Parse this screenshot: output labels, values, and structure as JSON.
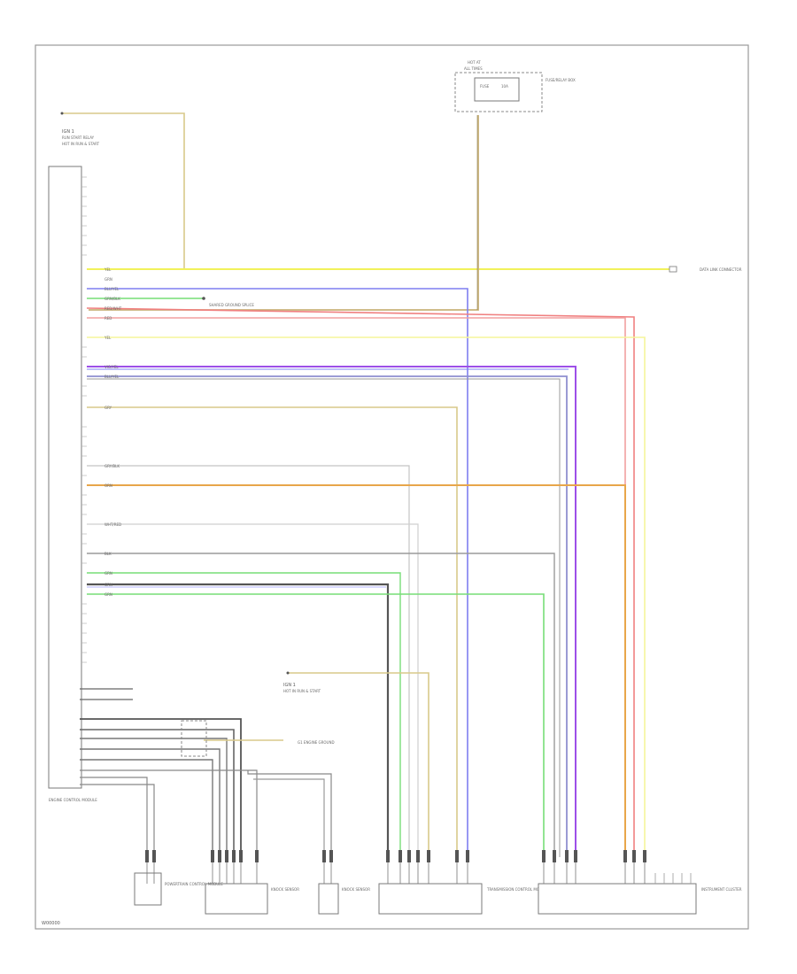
{
  "figure_id": "W00000",
  "labels": {
    "ecm_top_line1": "IGN 1",
    "ecm_top_line2": "RUN START RELAY",
    "ecm_top_line3": "HOT IN RUN & START",
    "fuse_box_title_1": "HOT AT",
    "fuse_box_title_2": "ALL TIMES",
    "fuse_box_inner_1": "FUSE",
    "fuse_box_inner_2": "10A",
    "fuse_box_side": "FUSE/RELAY BOX",
    "right_connector": "DATA LINK CONNECTOR",
    "splice_note": "SHARED GROUND SPLICE",
    "bottom_mid_line1": "IGN 1",
    "bottom_mid_line2": "HOT IN RUN & START",
    "bottom_mid_line3": "",
    "ground_label": "G1 ENGINE GROUND",
    "left_module": "ENGINE CONTROL MODULE",
    "c1": "POWERTRAIN CONTROL MODULE",
    "c2": "KNOCK SENSOR",
    "c3": "KNOCK SENSOR",
    "c4": "TRANSMISSION CONTROL MODULE",
    "c5": "INSTRUMENT CLUSTER"
  },
  "wire_tags": {
    "w1": "YEL",
    "w2": "GRN",
    "w3": "BLU/YEL",
    "w4": "GRN/BLK",
    "w5": "RED/WHT",
    "w6": "RED",
    "w7": "YEL",
    "w8": "VIO/YEL",
    "w9": "BLU/YEL",
    "w10": "GRY",
    "w11": "GRY/BLK",
    "w12": "ORN",
    "w13": "WHT/RED",
    "w14": "BLK",
    "w15": "GRN",
    "w16": "GRN",
    "w17": "GRN"
  },
  "colors": {
    "yellow": "#f2f25a",
    "tan": "#d9c98a",
    "blue": "#7f7ff0",
    "green": "#77dd77",
    "red": "#f08080",
    "pink": "#f2a0a0",
    "violet": "#9d4fe8",
    "grey": "#9a9a9a",
    "lightgrey": "#c4c4c4",
    "orange": "#e8a64a",
    "dark": "#555555"
  }
}
